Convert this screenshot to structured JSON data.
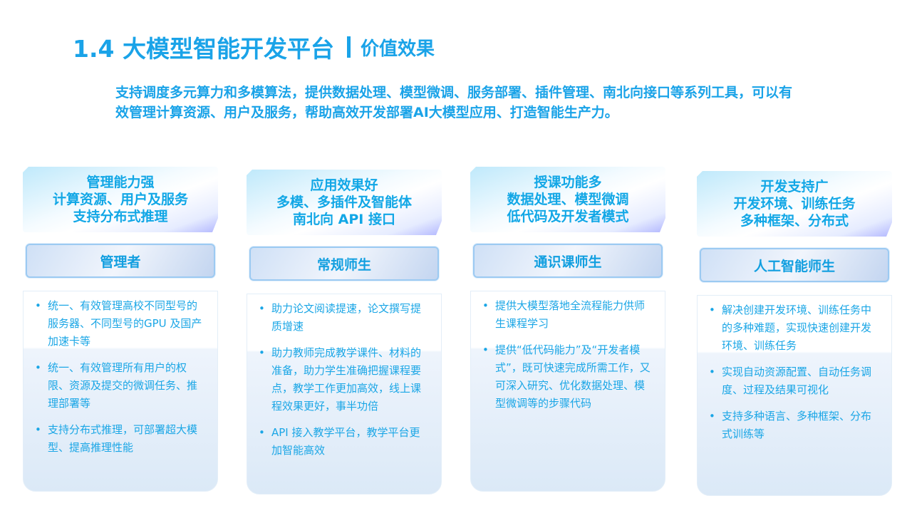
{
  "title": {
    "main": "1.4 大模型智能开发平台",
    "sub": "价值效果"
  },
  "intro": "支持调度多元算力和多模算法，提供数据处理、模型微调、服务部署、插件管理、南北向接口等系列工具，可以有效管理计算资源、用户及服务，帮助高效开发部署AI大模型应用、打造智能生产力。",
  "columns": [
    {
      "head": [
        "管理能力强",
        "计算资源、用户及服务",
        "支持分布式推理"
      ],
      "role": "管理者",
      "items": [
        "统一、有效管理高校不同型号的服务器、不同型号的GPU 及国产加速卡等",
        "统一、有效管理所有用户的权限、资源及提交的微调任务、推理部署等",
        "支持分布式推理，可部署超大模型、提高推理性能"
      ]
    },
    {
      "head": [
        "应用效果好",
        "多模、多插件及智能体",
        "南北向 API 接口"
      ],
      "role": "常规师生",
      "items": [
        "助力论文阅读提速，论文撰写提质增速",
        "助力教师完成教学课件、材料的准备，助力学生准确把握课程要点，教学工作更加高效，线上课程效果更好，事半功倍",
        "API 接入教学平台，教学平台更加智能高效"
      ]
    },
    {
      "head": [
        "授课功能多",
        "数据处理、模型微调",
        "低代码及开发者模式"
      ],
      "role": "通识课师生",
      "items": [
        "提供大模型落地全流程能力供师生课程学习",
        "提供“低代码能力”及“开发者模式”，既可快速完成所需工作，又可深入研究、优化数据处理、模型微调等的步骤代码"
      ]
    },
    {
      "head": [
        "开发支持广",
        "开发环境、训练任务",
        "多种框架、分布式"
      ],
      "role": "人工智能师生",
      "items": [
        "解决创建开发环境、训练任务中的多种难题，实现快速创建开发环境、训练任务",
        "实现自动资源配置、自动任务调度、过程及结果可视化",
        "支持多种语言、多种框架、分布式训练等"
      ]
    }
  ]
}
